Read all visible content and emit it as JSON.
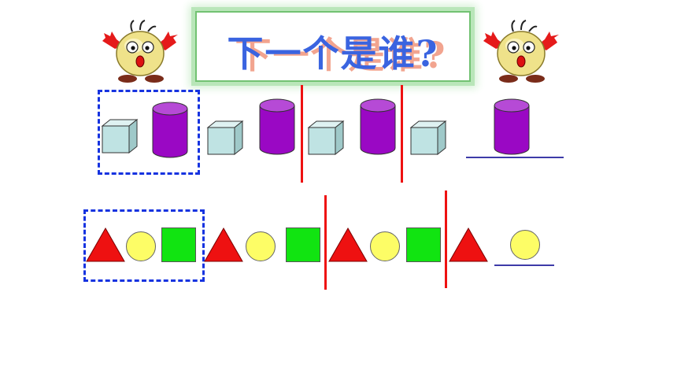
{
  "title": "下一个是谁?",
  "colors": {
    "title_text": "#3a64e0",
    "title_shadow": "#f2a48f",
    "banner_border": "#72c272",
    "group_box": "#1633e0",
    "divider": "#ee1111",
    "answer_line": "#3d3ba8",
    "cube": "#bfe3e3",
    "cylinder": "#9a08c4",
    "triangle": "#ee1111",
    "circle": "#fdfd66",
    "square": "#11e411"
  },
  "icons": {
    "mascot": "cartoon-ball-creature-icon",
    "cube": "cube-icon",
    "cylinder": "cylinder-icon",
    "triangle": "triangle-icon",
    "circle": "circle-icon",
    "square": "square-icon"
  },
  "rows": [
    {
      "name": "solids",
      "pattern": [
        "cube",
        "cylinder"
      ],
      "sequence": [
        "cube",
        "cylinder",
        "cube",
        "cylinder",
        "cube",
        "cylinder",
        "cube"
      ],
      "answer": "cylinder"
    },
    {
      "name": "flat-shapes",
      "pattern": [
        "triangle",
        "circle",
        "square"
      ],
      "sequence": [
        "triangle",
        "circle",
        "square",
        "triangle",
        "circle",
        "square",
        "triangle",
        "circle",
        "square",
        "triangle"
      ],
      "answer": "circle"
    }
  ]
}
